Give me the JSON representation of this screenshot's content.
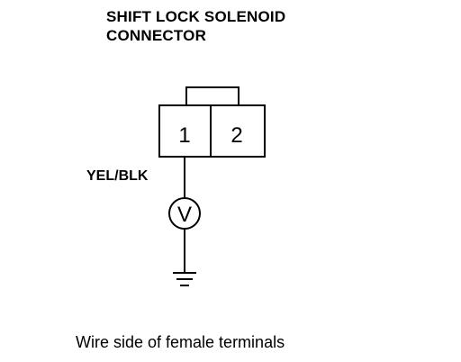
{
  "title": {
    "line1": "SHIFT LOCK SOLENOID",
    "line2": "CONNECTOR"
  },
  "connector": {
    "terminals": [
      "1",
      "2"
    ]
  },
  "wire": {
    "label": "YEL/BLK"
  },
  "meter": {
    "symbol": "V",
    "icon": "voltmeter-icon"
  },
  "ground": {
    "icon": "ground-icon"
  },
  "caption": "Wire side of female terminals"
}
